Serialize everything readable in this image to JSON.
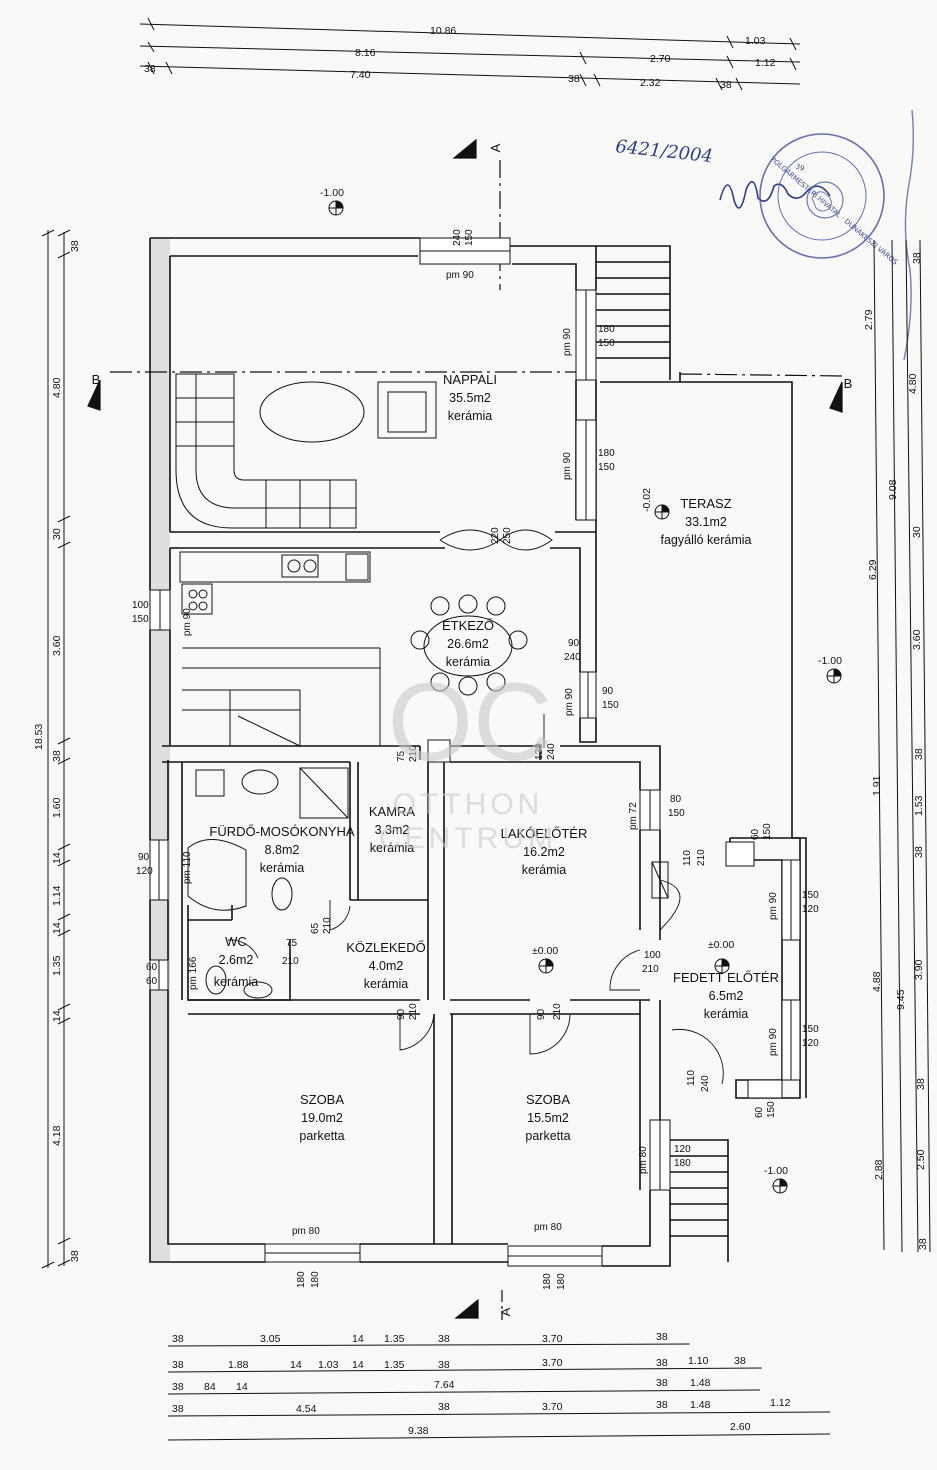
{
  "rooms": {
    "nappali": {
      "name": "NAPPALI",
      "area": "35.5m2",
      "floor": "kerámia"
    },
    "terasz": {
      "name": "TERASZ",
      "area": "33.1m2",
      "floor": "fagyálló kerámia",
      "level": "-0.02"
    },
    "etkezo": {
      "name": "ÉTKEZŐ",
      "area": "26.6m2",
      "floor": "kerámia"
    },
    "kamra": {
      "name": "KAMRA",
      "area": "3.3m2",
      "floor": "kerámia"
    },
    "furdo": {
      "name": "FÜRDŐ-MOSÓKONYHA",
      "area": "8.8m2",
      "floor": "kerámia"
    },
    "lakoeloter": {
      "name": "LAKÓELŐTÉR",
      "area": "16.2m2",
      "floor": "kerámia"
    },
    "wc": {
      "name": "WC",
      "area": "2.6m2",
      "floor": "kerámia"
    },
    "kozlekedo": {
      "name": "KÖZLEKEDŐ",
      "area": "4.0m2",
      "floor": "kerámia"
    },
    "fedett": {
      "name": "FEDETT ELŐTÉR",
      "area": "6.5m2",
      "floor": "kerámia"
    },
    "szoba1": {
      "name": "SZOBA",
      "area": "19.0m2",
      "floor": "parketta"
    },
    "szoba2": {
      "name": "SZOBA",
      "area": "15.5m2",
      "floor": "parketta"
    }
  },
  "levels": {
    "ext_top": "-1.00",
    "ext_right": "-1.00",
    "ext_bottom": "-1.00",
    "int1": "±0.00",
    "int2": "±0.00"
  },
  "sections": {
    "a": "A",
    "b": "B"
  },
  "top_dims": {
    "r1": [
      "10.86",
      "1.03"
    ],
    "r2": [
      "8.16",
      "2.70",
      "1.12"
    ],
    "r3": [
      "38",
      "7.40",
      "38",
      "2.32",
      "38"
    ]
  },
  "bottom_dims": {
    "r1": [
      "38",
      "3.05",
      "14",
      "1.35",
      "38",
      "3.70",
      "38"
    ],
    "r2": [
      "38",
      "1.88",
      "14",
      "1.03",
      "14",
      "1.35",
      "38",
      "3.70",
      "38",
      "1.10",
      "38"
    ],
    "r3": [
      "38",
      "84",
      "14",
      "7.64",
      "38",
      "1.48"
    ],
    "r4": [
      "38",
      "4.54",
      "38",
      "3.70",
      "38",
      "1.48",
      "1.12"
    ],
    "r5": [
      "9.38",
      "2.60"
    ]
  },
  "left_dims": {
    "total": "18.53",
    "segments": [
      "38",
      "4.80",
      "30",
      "3.60",
      "38",
      "1.60",
      "14",
      "1.14",
      "14",
      "1.35",
      "14",
      "4.18",
      "38"
    ]
  },
  "right_dims": {
    "outer": [
      "38",
      "4.80",
      "30",
      "3.60",
      "38",
      "1.53",
      "38",
      "3.90",
      "38",
      "2.50",
      "38"
    ],
    "mid": [
      "2.79",
      "6.29",
      "1.91",
      "4.88",
      "2.88"
    ],
    "totals": [
      "9.08",
      "9.45"
    ]
  },
  "windows": {
    "top": [
      "240",
      "150",
      "pm 90"
    ],
    "r1": [
      "pm 90",
      "180",
      "150"
    ],
    "r2": [
      "pm 90",
      "180",
      "150"
    ],
    "door_etk": [
      "220",
      "250"
    ],
    "left1": [
      "100",
      "150",
      "pm 90"
    ],
    "d90": [
      "90",
      "240"
    ],
    "r3": [
      "pm 90",
      "90",
      "150"
    ],
    "d120": [
      "120",
      "240"
    ],
    "d75": [
      "75",
      "210"
    ],
    "lak_w": [
      "pm 72",
      "80",
      "150"
    ],
    "left2": [
      "90",
      "120",
      "pm 110"
    ],
    "d110": [
      "110",
      "210"
    ],
    "fed1": [
      "60",
      "150"
    ],
    "fed2": [
      "pm 90",
      "150",
      "120"
    ],
    "d65": [
      "65",
      "210"
    ],
    "dwc": [
      "75",
      "210"
    ],
    "left3": [
      "60",
      "60",
      "pm 166"
    ],
    "d100": [
      "100",
      "210"
    ],
    "d90b": [
      "90",
      "210"
    ],
    "d90c": [
      "90",
      "210"
    ],
    "fed3": [
      "pm 90",
      "150",
      "120"
    ],
    "d110b": [
      "110",
      "240"
    ],
    "fed4": [
      "60",
      "150"
    ],
    "sz2_w": [
      "pm 80",
      "120",
      "180"
    ],
    "bot1": [
      "pm 80",
      "180",
      "180"
    ],
    "bot2": [
      "pm 80",
      "180",
      "180"
    ]
  },
  "handwritten": "6421/2004",
  "stamp": {
    "text": "POLGÁRMESTERI HIVATAL · DUNAKESZI VÁROS",
    "num": "39."
  },
  "watermark": {
    "logo": "OC",
    "line1": "OTTHON",
    "line2": "CENTRUM"
  }
}
